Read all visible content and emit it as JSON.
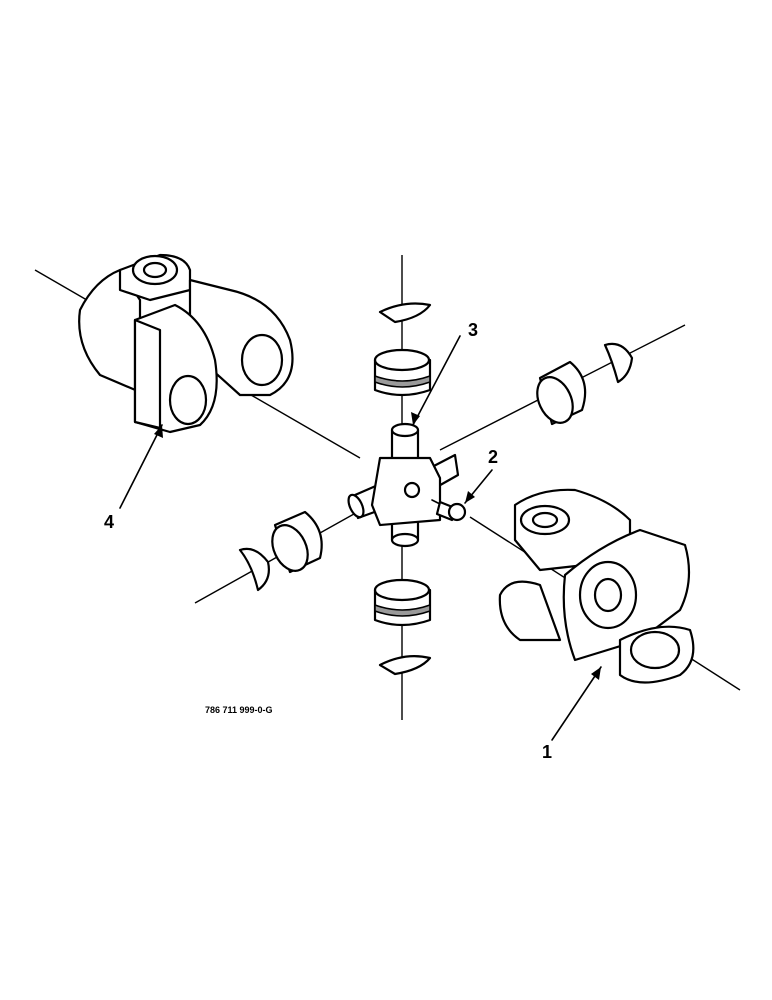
{
  "diagram": {
    "callouts": {
      "c1": "1",
      "c2": "2",
      "c3": "3",
      "c4": "4"
    },
    "figure_code": "786 711 999-0-G"
  }
}
